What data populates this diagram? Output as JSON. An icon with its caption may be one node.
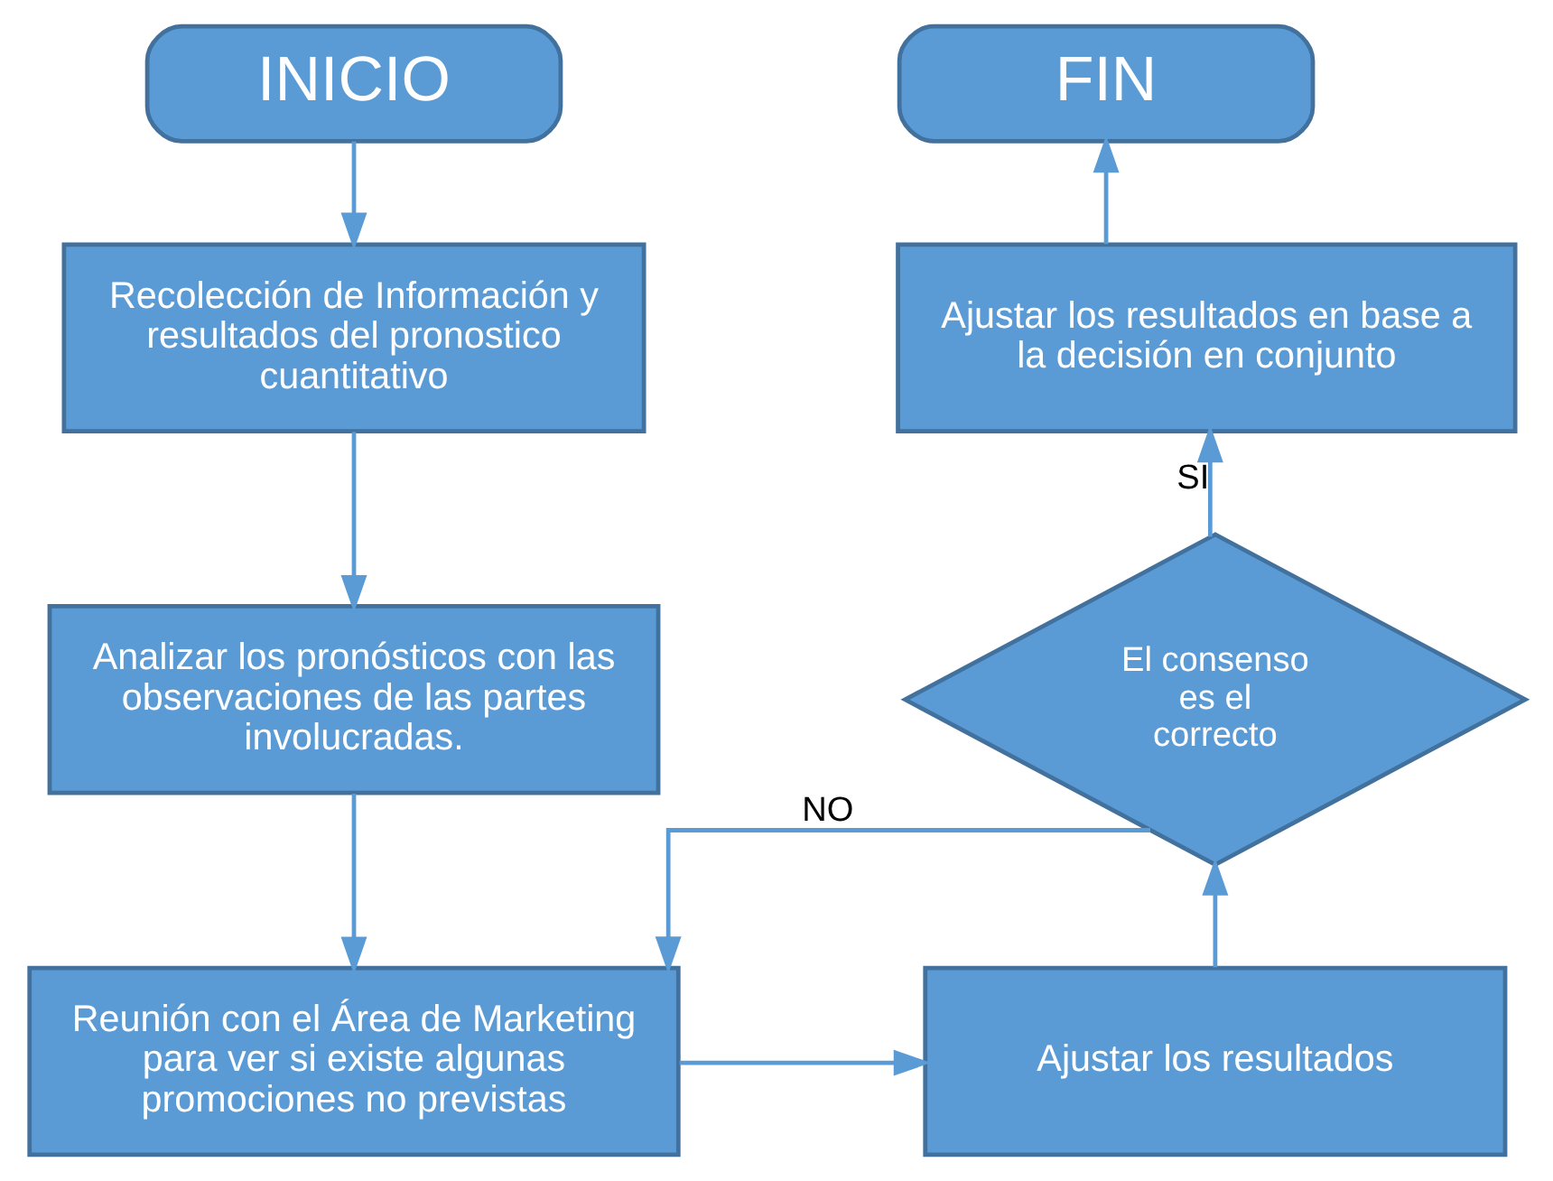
{
  "diagram": {
    "nodes": [
      {
        "text": [
          "INICIO"
        ]
      },
      {
        "text": [
          "Recolección de Información y resultados del pronostico cuantitativo"
        ]
      },
      {
        "text": [
          "Analizar los pronósticos con las observaciones de las partes involucradas."
        ]
      },
      {
        "text": [
          "Reunión con el Área de Marketing para ver si existe algunas promociones no previstas"
        ]
      },
      {
        "text": [
          "Ajustar los resultados"
        ]
      },
      {
        "text": [
          "El consenso es el correcto"
        ]
      },
      {
        "text": [
          "Ajustar los resultados en base a la decisión en conjunto"
        ]
      },
      {
        "text": [
          "FIN"
        ]
      }
    ],
    "edges": [
      {
        "from": 0,
        "to": 1,
        "arrow": "to"
      },
      {
        "from": 1,
        "to": 2,
        "arrow": "to"
      },
      {
        "from": 2,
        "to": 3,
        "arrow": "to"
      },
      {
        "from": 3,
        "to": 4,
        "arrow": "to"
      },
      {
        "from": 4,
        "to": 5,
        "arrow": "to"
      },
      {
        "from": 5,
        "to": 6,
        "arrow": "to",
        "label": "SI"
      },
      {
        "from": 6,
        "to": 7,
        "arrow": "to"
      },
      {
        "from": 5,
        "to": 3,
        "arrow": "to",
        "label": "NO"
      }
    ]
  }
}
